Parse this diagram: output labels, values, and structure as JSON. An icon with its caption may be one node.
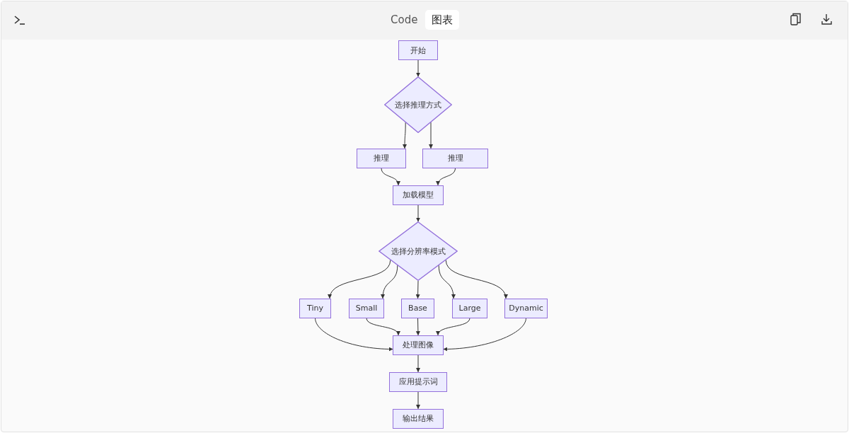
{
  "diagram": {
    "nodes": [
      {
        "text": [
          "开始"
        ]
      },
      {
        "text": [
          "选择推理方式"
        ]
      },
      {
        "text": [
          "推理"
        ]
      },
      {
        "text": [
          "推理"
        ]
      },
      {
        "text": [
          "加载模型"
        ]
      },
      {
        "text": [
          "选择分辨率模式"
        ]
      },
      {
        "text": [
          "Tiny"
        ]
      },
      {
        "text": [
          "Small"
        ]
      },
      {
        "text": [
          "Base"
        ]
      },
      {
        "text": [
          "Large"
        ]
      },
      {
        "text": [
          "Dynamic"
        ]
      },
      {
        "text": [
          "处理图像"
        ]
      },
      {
        "text": [
          "应用提示词"
        ]
      },
      {
        "text": [
          "输出结果"
        ]
      }
    ],
    "edges": [
      {
        "from": 0,
        "to": 1,
        "arrow": "to"
      },
      {
        "from": 1,
        "to": 2,
        "arrow": "to"
      },
      {
        "from": 1,
        "to": 3,
        "arrow": "to"
      },
      {
        "from": 2,
        "to": 4,
        "arrow": "to"
      },
      {
        "from": 3,
        "to": 4,
        "arrow": "to"
      },
      {
        "from": 4,
        "to": 5,
        "arrow": "to"
      },
      {
        "from": 5,
        "to": 6,
        "arrow": "to"
      },
      {
        "from": 5,
        "to": 7,
        "arrow": "to"
      },
      {
        "from": 5,
        "to": 8,
        "arrow": "to"
      },
      {
        "from": 5,
        "to": 9,
        "arrow": "to"
      },
      {
        "from": 5,
        "to": 10,
        "arrow": "to"
      },
      {
        "from": 6,
        "to": 11,
        "arrow": "to"
      },
      {
        "from": 7,
        "to": 11,
        "arrow": "to"
      },
      {
        "from": 8,
        "to": 11,
        "arrow": "to"
      },
      {
        "from": 9,
        "to": 11,
        "arrow": "to"
      },
      {
        "from": 10,
        "to": 11,
        "arrow": "to"
      },
      {
        "from": 11,
        "to": 12,
        "arrow": "to"
      },
      {
        "from": 12,
        "to": 13,
        "arrow": "to"
      }
    ],
    "labels": [
      "Code",
      "图表"
    ]
  }
}
